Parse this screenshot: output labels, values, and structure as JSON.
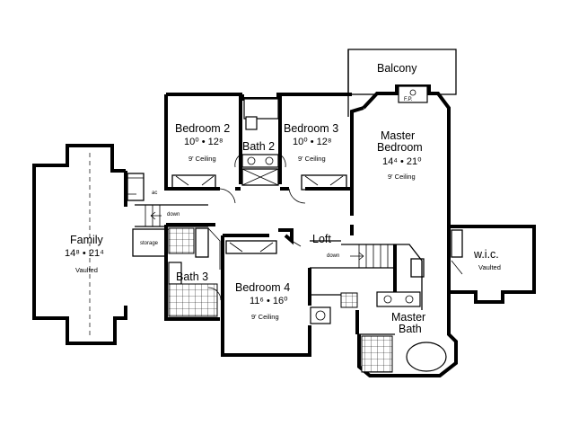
{
  "rooms": {
    "balcony": {
      "name": "Balcony"
    },
    "master_bedroom": {
      "name_line1": "Master",
      "name_line2": "Bedroom",
      "dims": "14⁴ • 21⁰",
      "ceiling": "9' Ceiling"
    },
    "bedroom2": {
      "name": "Bedroom 2",
      "dims": "10⁰ • 12⁸",
      "ceiling": "9' Ceiling"
    },
    "bedroom3": {
      "name": "Bedroom 3",
      "dims": "10⁰ • 12⁸",
      "ceiling": "9' Ceiling"
    },
    "bath2": {
      "name": "Bath 2"
    },
    "family": {
      "name": "Family",
      "dims": "14⁸ • 21⁴",
      "ceiling": "Vaulted"
    },
    "loft": {
      "name": "Loft"
    },
    "bedroom4": {
      "name": "Bedroom 4",
      "dims": "11⁶ • 16⁰",
      "ceiling": "9' Ceiling"
    },
    "bath3": {
      "name": "Bath 3"
    },
    "master_bath": {
      "name_line1": "Master",
      "name_line2": "Bath"
    },
    "wic": {
      "name": "w.i.c.",
      "ceiling": "Vaulted"
    }
  },
  "labels": {
    "fireplace": "F.P.",
    "storage": "storage",
    "ac": "ac",
    "stair_down_upper": "down",
    "stair_down_lower": "down"
  }
}
